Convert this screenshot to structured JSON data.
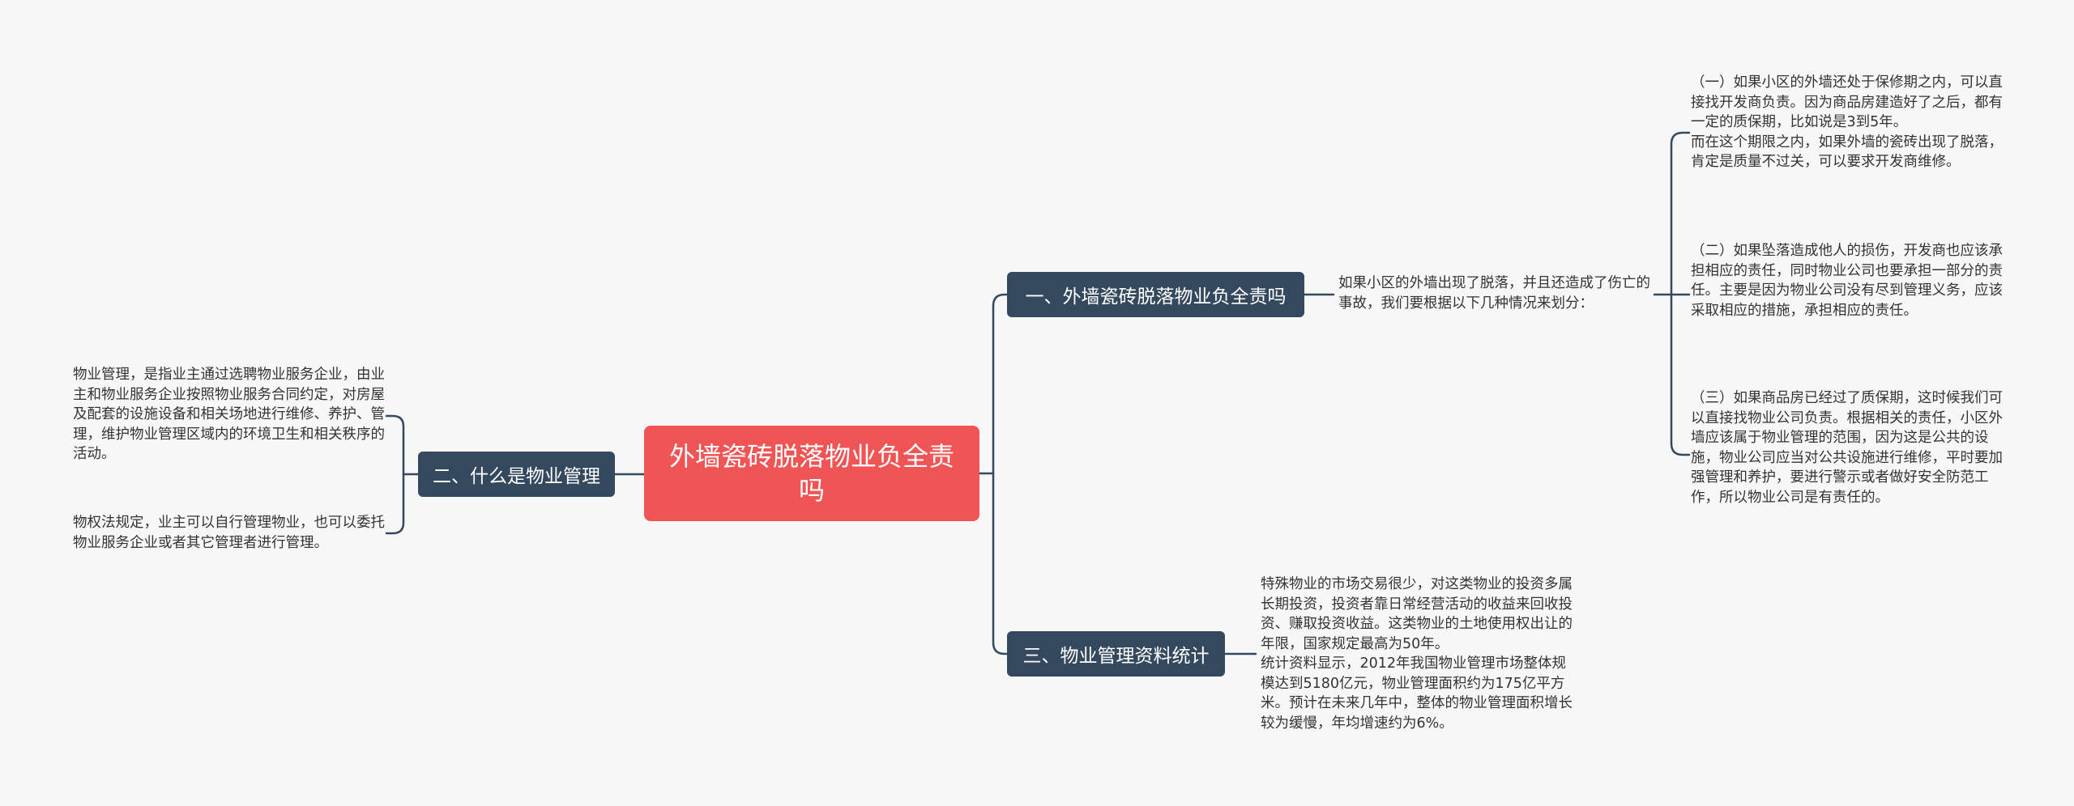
{
  "root": {
    "title": "外墙瓷砖脱落物业负全责吗"
  },
  "branches": [
    {
      "label": "一、外墙瓷砖脱落物业负全责吗",
      "intro": "如果小区的外墙出现了脱落，并且还造成了伤亡的事故，我们要根据以下几种情况来划分：",
      "cases": [
        "（一）如果小区的外墙还处于保修期之内，可以直接找开发商负责。因为商品房建造好了之后，都有一定的质保期，比如说是3到5年。\n而在这个期限之内，如果外墙的瓷砖出现了脱落，肯定是质量不过关，可以要求开发商维修。",
        "（二）如果坠落造成他人的损伤，开发商也应该承担相应的责任，同时物业公司也要承担一部分的责任。主要是因为物业公司没有尽到管理义务，应该采取相应的措施，承担相应的责任。",
        "（三）如果商品房已经过了质保期，这时候我们可以直接找物业公司负责。根据相关的责任，小区外墙应该属于物业管理的范围，因为这是公共的设施，物业公司应当对公共设施进行维修，平时要加强管理和养护，要进行警示或者做好安全防范工作，所以物业公司是有责任的。"
      ]
    },
    {
      "label": "二、什么是物业管理",
      "items": [
        "物业管理，是指业主通过选聘物业服务企业，由业主和物业服务企业按照物业服务合同约定，对房屋及配套的设施设备和相关场地进行维修、养护、管理，维护物业管理区域内的环境卫生和相关秩序的活动。",
        "物权法规定，业主可以自行管理物业，也可以委托物业服务企业或者其它管理者进行管理。"
      ]
    },
    {
      "label": "三、物业管理资料统计",
      "items": [
        "特殊物业的市场交易很少，对这类物业的投资多属长期投资，投资者靠日常经营活动的收益来回收投资、赚取投资收益。这类物业的土地使用权出让的年限，国家规定最高为50年。\n统计资料显示，2012年我国物业管理市场整体规模达到5180亿元，物业管理面积约为175亿平方米。预计在未来几年中，整体的物业管理面积增长较为缓慢，年均增速约为6%。"
      ]
    }
  ],
  "colors": {
    "root": "#f05556",
    "branch": "#34495e",
    "line": "#34495e",
    "background": "#f7f7f8"
  }
}
